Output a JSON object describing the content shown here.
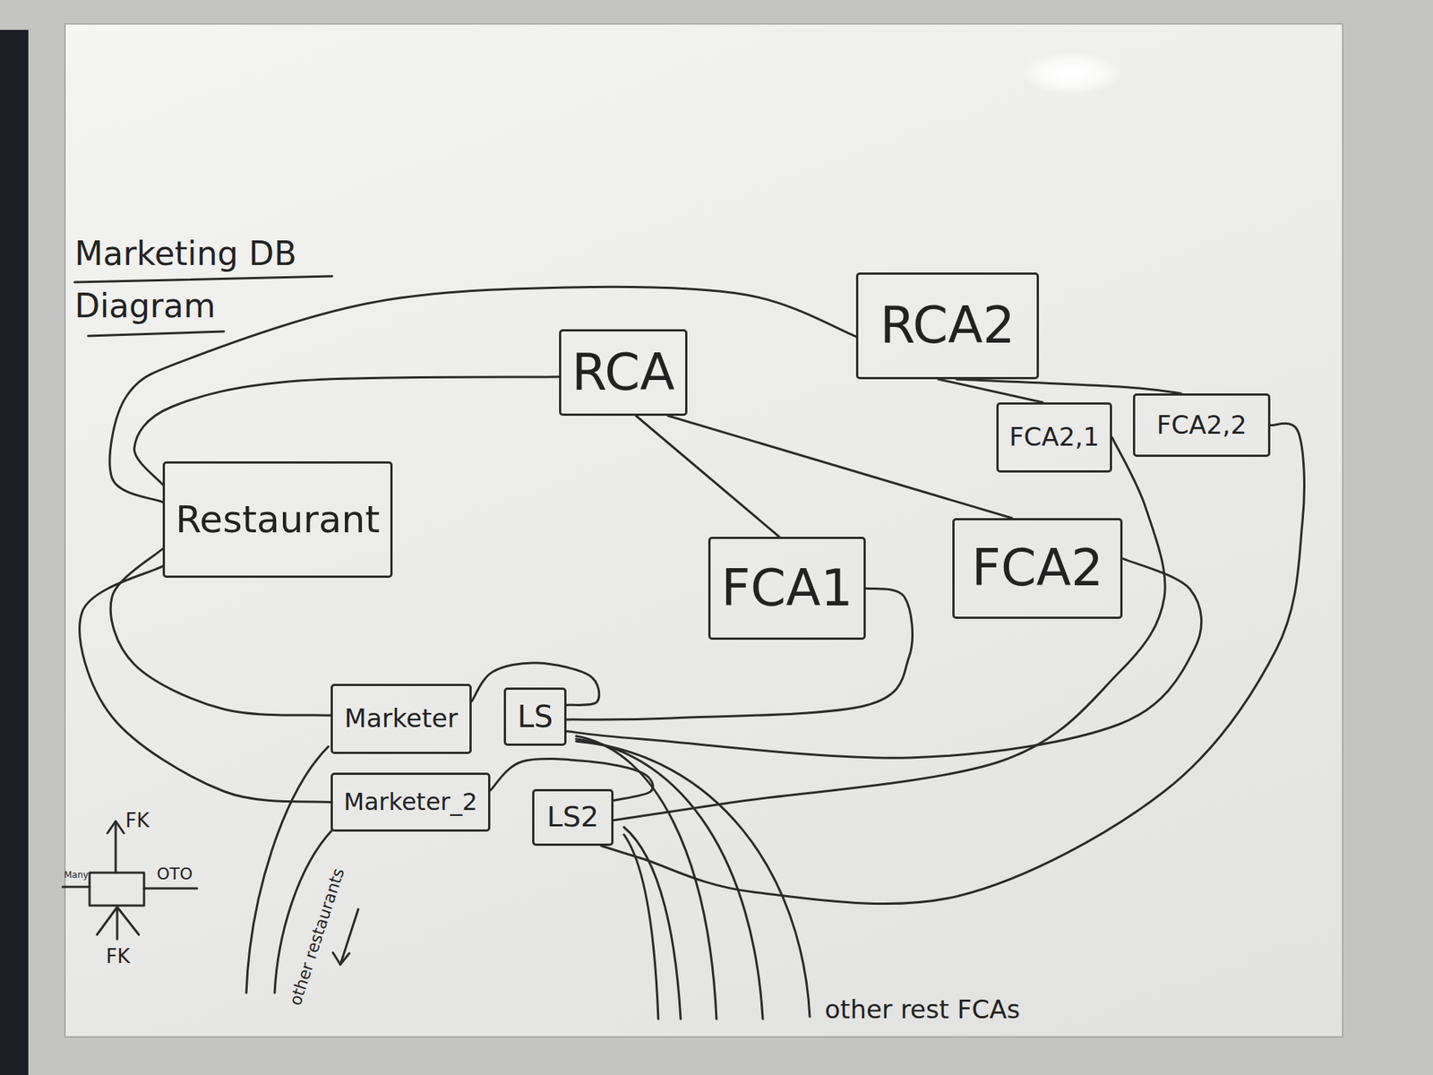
{
  "diagram": {
    "title": "Marketing DB Diagram",
    "nodes": [
      {
        "text": [
          "RCA"
        ]
      },
      {
        "text": [
          "RCA2"
        ]
      },
      {
        "text": [
          "FCA2,1"
        ]
      },
      {
        "text": [
          "FCA2,2"
        ]
      },
      {
        "text": [
          "Restaurant"
        ]
      },
      {
        "text": [
          "FCA1"
        ]
      },
      {
        "text": [
          "FCA2"
        ]
      },
      {
        "text": [
          "Marketer"
        ]
      },
      {
        "text": [
          "LS"
        ]
      },
      {
        "text": [
          "Marketer_2"
        ]
      },
      {
        "text": [
          "LS2"
        ]
      }
    ],
    "edges": [
      {
        "from": 4,
        "to": 0,
        "arrow": "none"
      },
      {
        "from": 4,
        "to": 1,
        "arrow": "none"
      },
      {
        "from": 0,
        "to": 5,
        "arrow": "none"
      },
      {
        "from": 0,
        "to": 6,
        "arrow": "none"
      },
      {
        "from": 1,
        "to": 2,
        "arrow": "none"
      },
      {
        "from": 1,
        "to": 3,
        "arrow": "none"
      },
      {
        "from": 7,
        "to": 4,
        "arrow": "none"
      },
      {
        "from": 9,
        "to": 4,
        "arrow": "none"
      },
      {
        "from": 7,
        "to": 8,
        "arrow": "none"
      },
      {
        "from": 9,
        "to": 10,
        "arrow": "none"
      },
      {
        "from": 5,
        "to": 8,
        "arrow": "none"
      },
      {
        "from": 6,
        "to": 8,
        "arrow": "none"
      },
      {
        "from": 2,
        "to": 10,
        "arrow": "none"
      },
      {
        "from": 3,
        "to": 10,
        "arrow": "none"
      }
    ],
    "labels": [
      "other restaurants",
      "other rest FCAs"
    ],
    "legend": [
      {
        "text": "FK"
      },
      {
        "text": "Many"
      },
      {
        "text": "OTO"
      },
      {
        "text": "FK"
      }
    ]
  }
}
